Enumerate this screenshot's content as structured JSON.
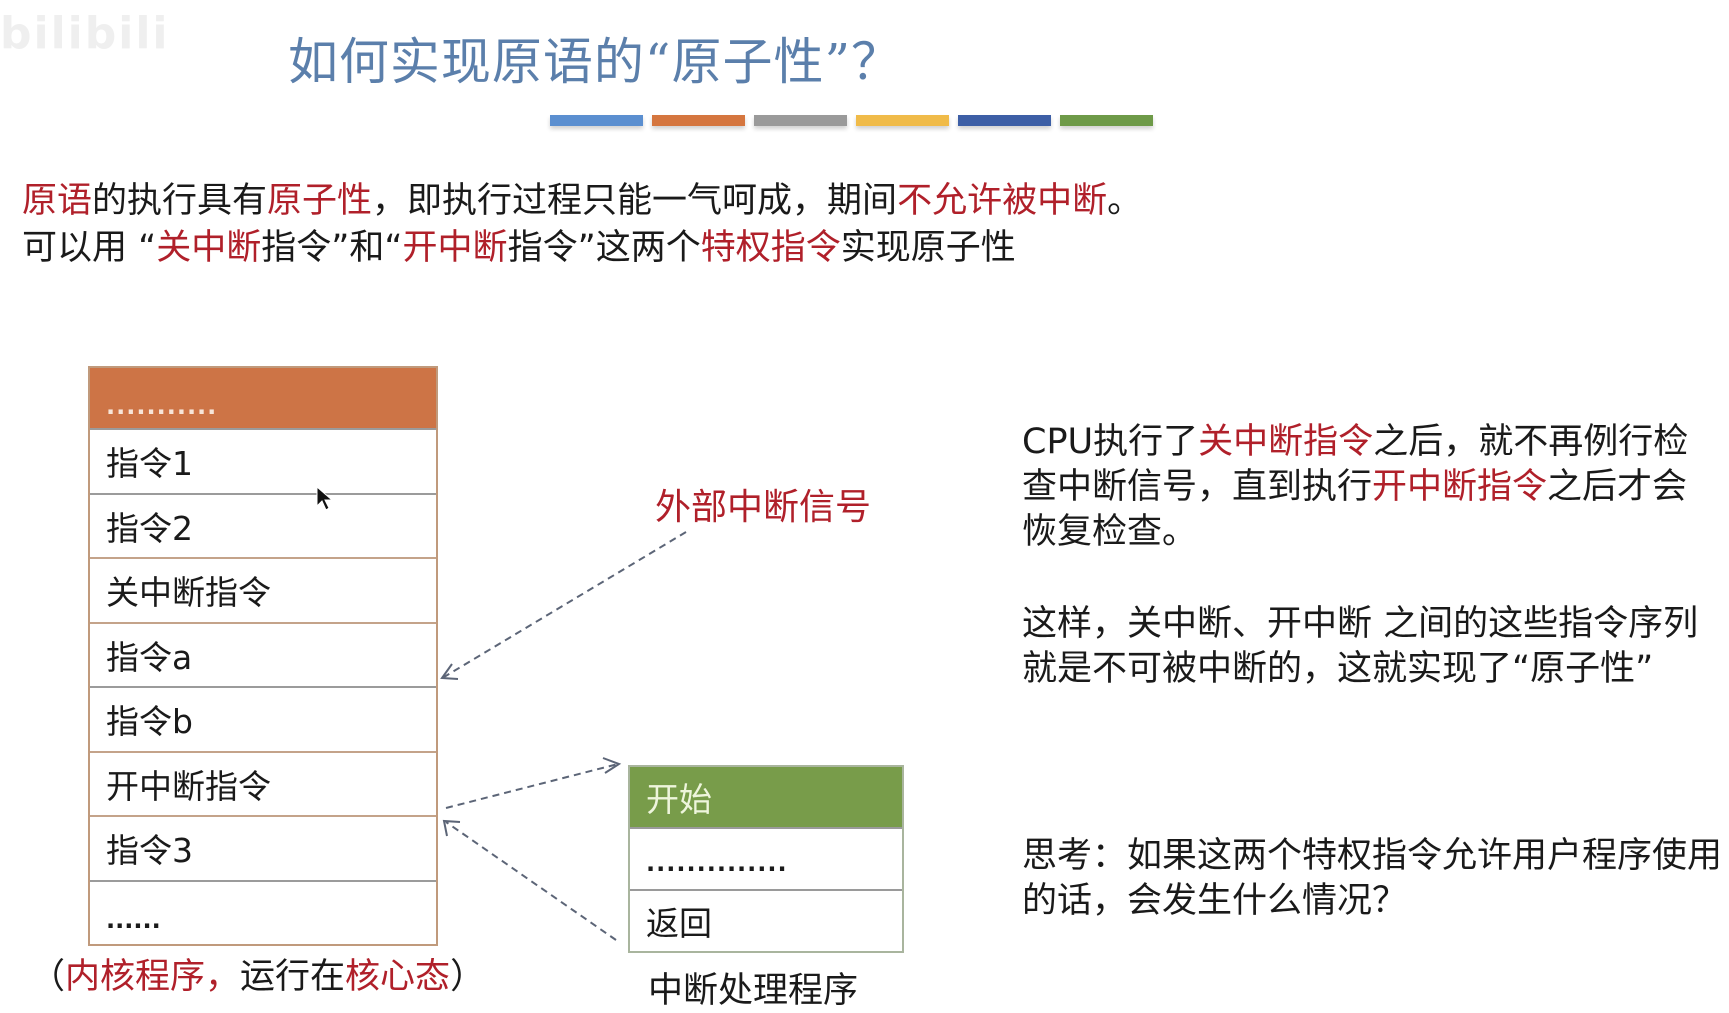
{
  "watermark": "bilibili",
  "slide": {
    "title": "如何实现原语的“原子性”？",
    "color_bars": [
      "#5b8fd0",
      "#d5763f",
      "#9a9a9a",
      "#f0bb49",
      "#3d5fa6",
      "#6e9a48"
    ],
    "intro": {
      "line1": [
        {
          "text": "原语",
          "red": true
        },
        {
          "text": "的执行具有",
          "red": false
        },
        {
          "text": "原子性",
          "red": true
        },
        {
          "text": "，即执行过程只能一气呵成，期间",
          "red": false
        },
        {
          "text": "不允许被中断",
          "red": true
        },
        {
          "text": "。",
          "red": false
        }
      ],
      "line2": [
        {
          "text": "可以用 “",
          "red": false
        },
        {
          "text": "关中断",
          "red": true
        },
        {
          "text": "指令”和“",
          "red": false
        },
        {
          "text": "开中断",
          "red": true
        },
        {
          "text": "指令”这两个",
          "red": false
        },
        {
          "text": "特权指令",
          "red": true
        },
        {
          "text": "实现原子性",
          "red": false
        }
      ]
    },
    "kernel_stack": {
      "header": "...........",
      "rows": [
        "指令1",
        "指令2",
        "关中断指令",
        "指令a",
        "指令b",
        "开中断指令",
        "指令3",
        "......"
      ],
      "caption": [
        {
          "text": "（",
          "red": false
        },
        {
          "text": "内核程序，",
          "red": true
        },
        {
          "text": "运行在",
          "red": false
        },
        {
          "text": "核心态",
          "red": true
        },
        {
          "text": "）",
          "red": false
        }
      ]
    },
    "external_signal_label": "外部中断信号",
    "interrupt_handler": {
      "rows": [
        "开始",
        "..............",
        "返回"
      ],
      "caption": "中断处理程序"
    },
    "notes": {
      "note1": [
        {
          "text": "CPU执行了",
          "red": false
        },
        {
          "text": "关中断指令",
          "red": true
        },
        {
          "text": "之后，就不再例行检查中断信号，直到执行",
          "red": false
        },
        {
          "text": "开中断指令",
          "red": true
        },
        {
          "text": "之后才会恢复检查。",
          "red": false
        }
      ],
      "note2": "这样，关中断、开中断 之间的这些指令序列就是不可被中断的，这就实现了“原子性”",
      "note3": "思考：如果这两个特权指令允许用户程序使用的话，会发生什么情况？"
    }
  }
}
